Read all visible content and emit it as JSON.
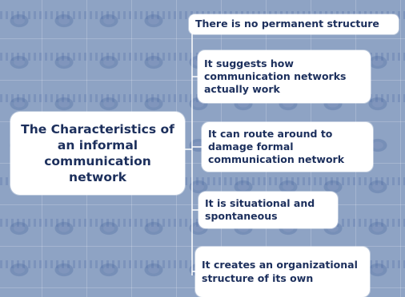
{
  "diagram": {
    "central_topic": "The Characteristics of an informal communication network",
    "branches": [
      {
        "label": "There is no permanent structure"
      },
      {
        "label": "It suggests how communication networks actually work"
      },
      {
        "label": "It can route around to damage formal communication network"
      },
      {
        "label": "It is situational and spontaneous"
      },
      {
        "label": "It creates an organizational structure of its own"
      }
    ]
  },
  "colors": {
    "background": "#8ea3c4",
    "node_fill": "#ffffff",
    "text": "#1c2f5c",
    "connector": "#ffffff"
  }
}
